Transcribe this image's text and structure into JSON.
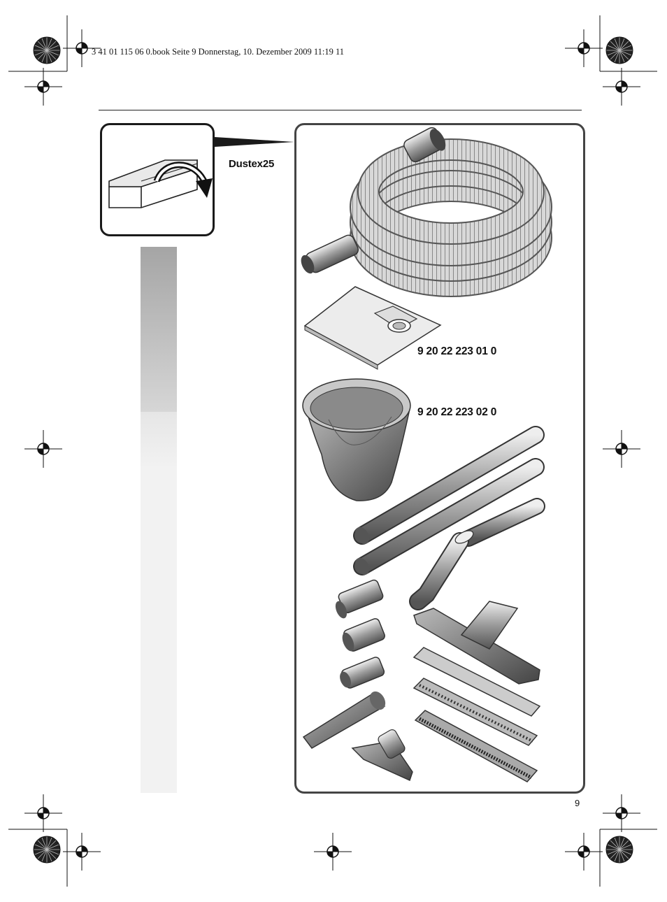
{
  "header": {
    "print_info": "3 41 01 115 06 0.book  Seite 9  Donnerstag, 10. Dezember 2009  11:19 11"
  },
  "product": {
    "model": "Dustex25"
  },
  "accessories": {
    "filter_bag_part_no": "9 20 22 223 01 0",
    "filter_cartridge_part_no": "9 20 22 223 02 0"
  },
  "footer": {
    "page_number": "9"
  },
  "colors": {
    "tab_dark": "#a9a9a9",
    "tab_light": "#efefef",
    "panel_border": "#444444"
  },
  "icons": [
    "registration-mark-icon",
    "radial-star-target-icon",
    "fold-out-arrow-icon"
  ]
}
